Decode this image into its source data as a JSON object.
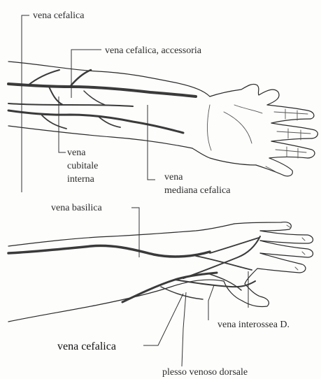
{
  "figure": {
    "labels": {
      "vena_cefalica_top": "vena cefalica",
      "vena_cefalica_accessoria": "vena cefalica, accessoria",
      "vena_cubitale_interna_1": "vena",
      "vena_cubitale_interna_2": "cubitale",
      "vena_cubitale_interna_3": "interna",
      "vena_mediana_cefalica_1": "vena",
      "vena_mediana_cefalica_2": "mediana cefalica",
      "vena_basilica": "vena basilica",
      "vena_interossea": "vena interossea D.",
      "vena_cefalica_bottom": "vena cefalica",
      "plesso_venoso_dorsale": "plesso venoso dorsale"
    }
  }
}
